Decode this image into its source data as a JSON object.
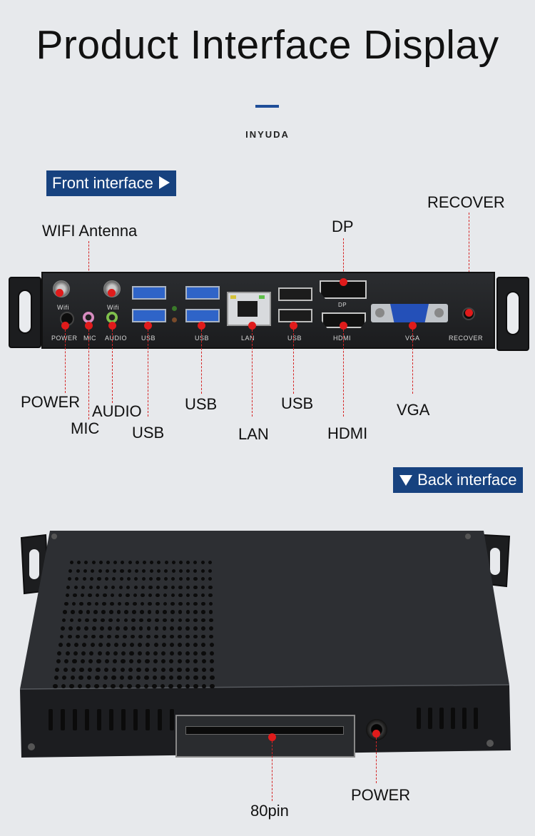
{
  "header": {
    "title": "Product Interface Display",
    "brand": "INYUDA"
  },
  "front": {
    "tag": "Front interface",
    "panel_labels": {
      "wifi1": "Wifi",
      "wifi2": "Wifi",
      "power": "POWER",
      "mic": "MIC",
      "audio": "AUDIO",
      "usb1": "USB",
      "usb2": "USB",
      "lan": "LAN",
      "usb3": "USB",
      "dp": "DP",
      "hdmi": "HDMI",
      "vga": "VGA",
      "recover": "RECOVER"
    },
    "callouts": {
      "wifi_antenna": "WIFI Antenna",
      "dp": "DP",
      "recover": "RECOVER",
      "power": "POWER",
      "mic": "MIC",
      "audio": "AUDIO",
      "usb_a": "USB",
      "usb_b": "USB",
      "usb_c": "USB",
      "lan": "LAN",
      "hdmi": "HDMI",
      "vga": "VGA"
    }
  },
  "back": {
    "tag": "Back interface",
    "callouts": {
      "pin80": "80pin",
      "power": "POWER"
    }
  },
  "colors": {
    "accent": "#17427f",
    "leader": "#d62525",
    "dot": "#e01b1b",
    "usb3": "#2f64c8",
    "vga": "#2450b8",
    "mic": "#d78cc0",
    "audio": "#7fc04c"
  },
  "icons": {
    "front_tag": "triangle-right-icon",
    "back_tag": "triangle-down-icon"
  }
}
